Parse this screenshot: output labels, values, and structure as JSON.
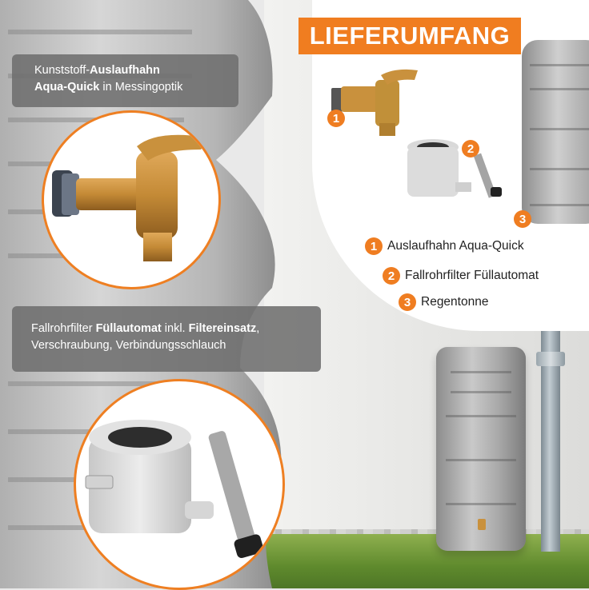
{
  "title": "LIEFERUMFANG",
  "callout_tap": {
    "line1_prefix": "Kunststoff-",
    "line1_bold": "Auslaufhahn",
    "line2_bold": "Aqua-Quick",
    "line2_suffix": " in Messingoptik"
  },
  "callout_filter": {
    "line1_prefix": "Fallrohrfilter ",
    "line1_bold1": "Füllautomat",
    "line1_mid": " inkl. ",
    "line1_bold2": "Filtereinsatz",
    "line1_suffix": ",",
    "line2": "Verschraubung, Verbindungsschlauch"
  },
  "legend": [
    {
      "num": "1",
      "label": "Auslaufhahn Aqua-Quick"
    },
    {
      "num": "2",
      "label": "Fallrohrfilter Füllautomat"
    },
    {
      "num": "3",
      "label": "Regentonne"
    }
  ],
  "colors": {
    "accent": "#f07d20",
    "callout_bg": "#6e6e6e",
    "brass": "#c9913d"
  }
}
